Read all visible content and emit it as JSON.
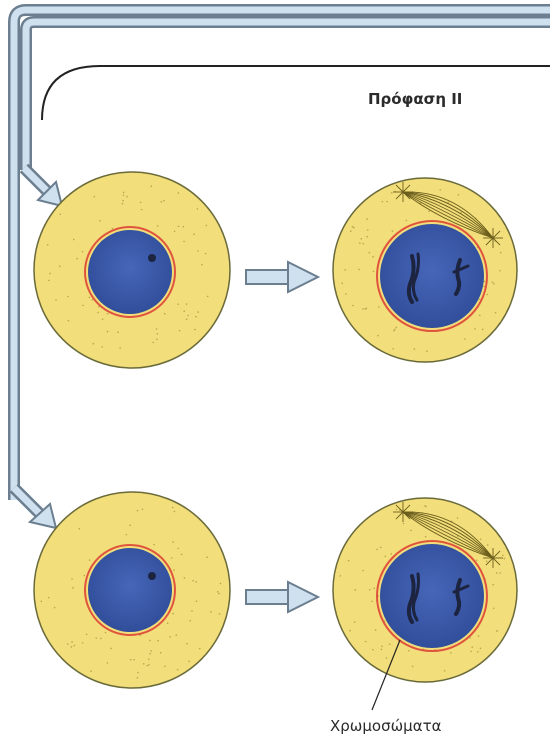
{
  "title": "Πρόφαση ΙΙ",
  "chromosome_label": "Χρωμοσώματα",
  "colors": {
    "cytoplasm": "#f2de7a",
    "nucleus": "#3c5aa6",
    "nuclear_membrane": "#e0543e",
    "arrow_fill": "#cfe0ee",
    "arrow_stroke": "#6b7f90",
    "chromosome": "#1c2440",
    "spindle": "#6b5e1c"
  },
  "cells": [
    {
      "name": "cell-top-left",
      "stage": "interphase-nucleus",
      "chromosomes": 0,
      "spindle": false
    },
    {
      "name": "cell-top-right",
      "stage": "prophase-ii",
      "chromosomes": 2,
      "spindle": true
    },
    {
      "name": "cell-bottom-left",
      "stage": "interphase-nucleus",
      "chromosomes": 0,
      "spindle": false
    },
    {
      "name": "cell-bottom-right",
      "stage": "prophase-ii",
      "chromosomes": 2,
      "spindle": true
    }
  ]
}
